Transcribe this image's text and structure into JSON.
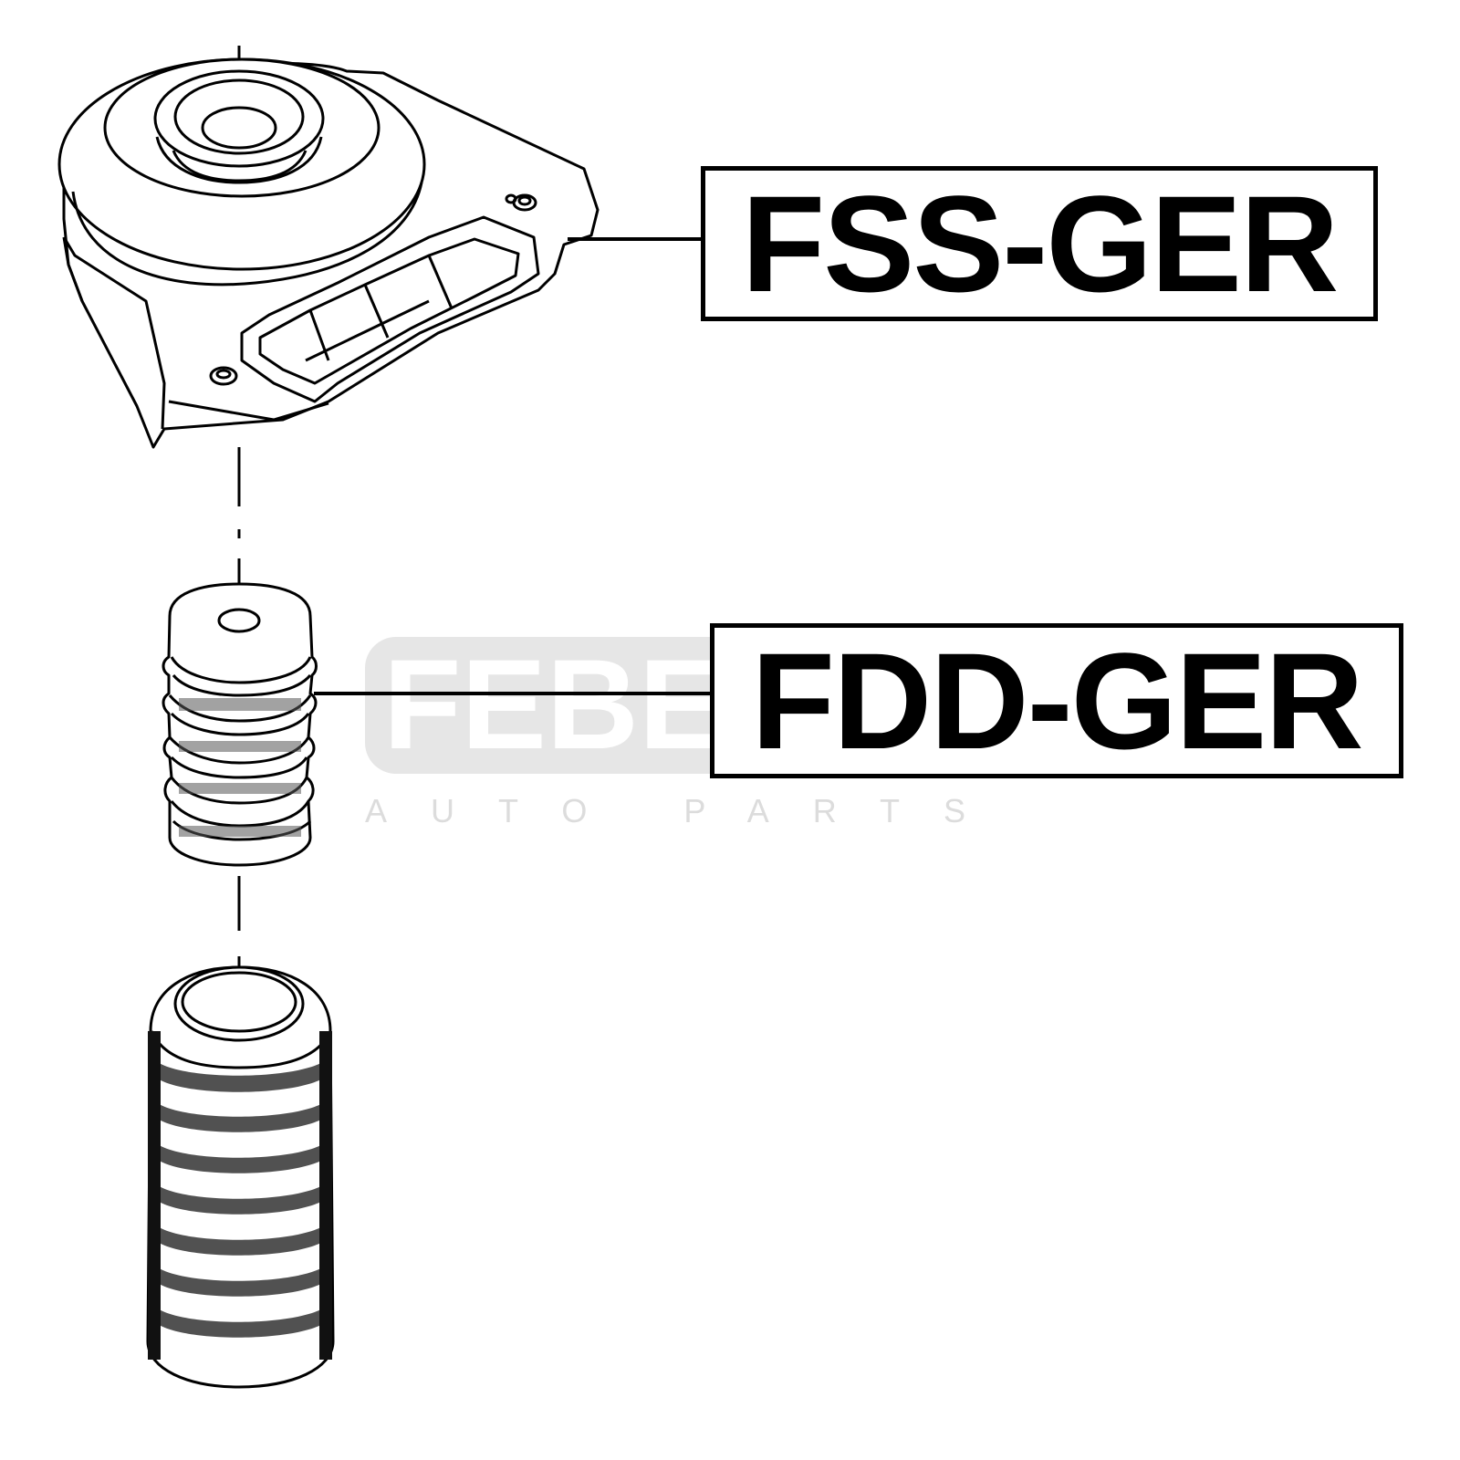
{
  "labels": [
    {
      "part_number": "FSS-GER"
    },
    {
      "part_number": "FDD-GER"
    }
  ],
  "watermark": {
    "logo_text": "FEBEST",
    "tagline": "AUTO PARTS",
    "color": "#d8d8d8"
  },
  "colors": {
    "line": "#000000",
    "background": "#ffffff"
  }
}
